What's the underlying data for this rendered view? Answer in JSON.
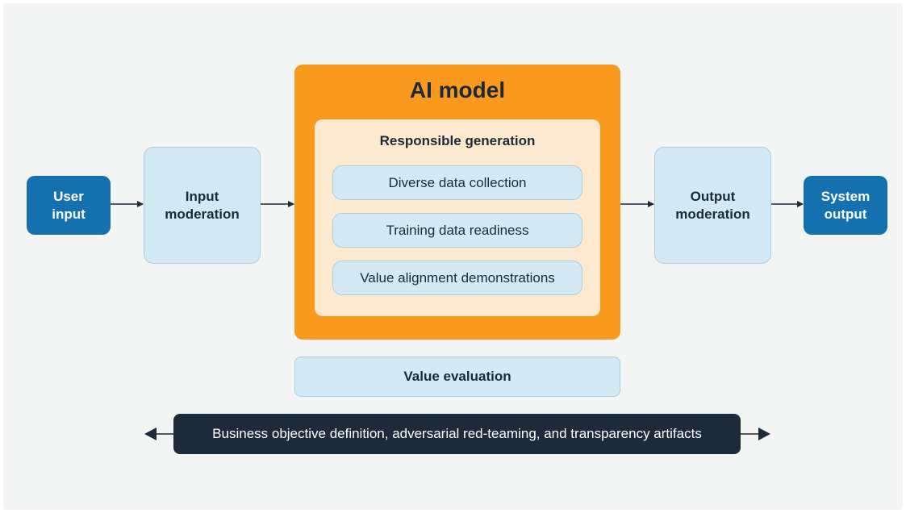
{
  "nodes": {
    "user_input": "User\ninput",
    "input_moderation": "Input\nmoderation",
    "ai_model": "AI model",
    "responsible_generation": "Responsible generation",
    "steps": [
      "Diverse data collection",
      "Training data readiness",
      "Value alignment demonstrations"
    ],
    "output_moderation": "Output\nmoderation",
    "system_output": "System\noutput",
    "value_evaluation": "Value evaluation",
    "banner": "Business objective definition, adversarial red-teaming, and transparency artifacts"
  },
  "colors": {
    "dark_blue": "#1570b0",
    "light_blue": "#d3eaf4",
    "orange": "#f99a1e",
    "cream": "#fde9cf",
    "navy": "#1d2a3a",
    "background": "#f3f5f4"
  }
}
